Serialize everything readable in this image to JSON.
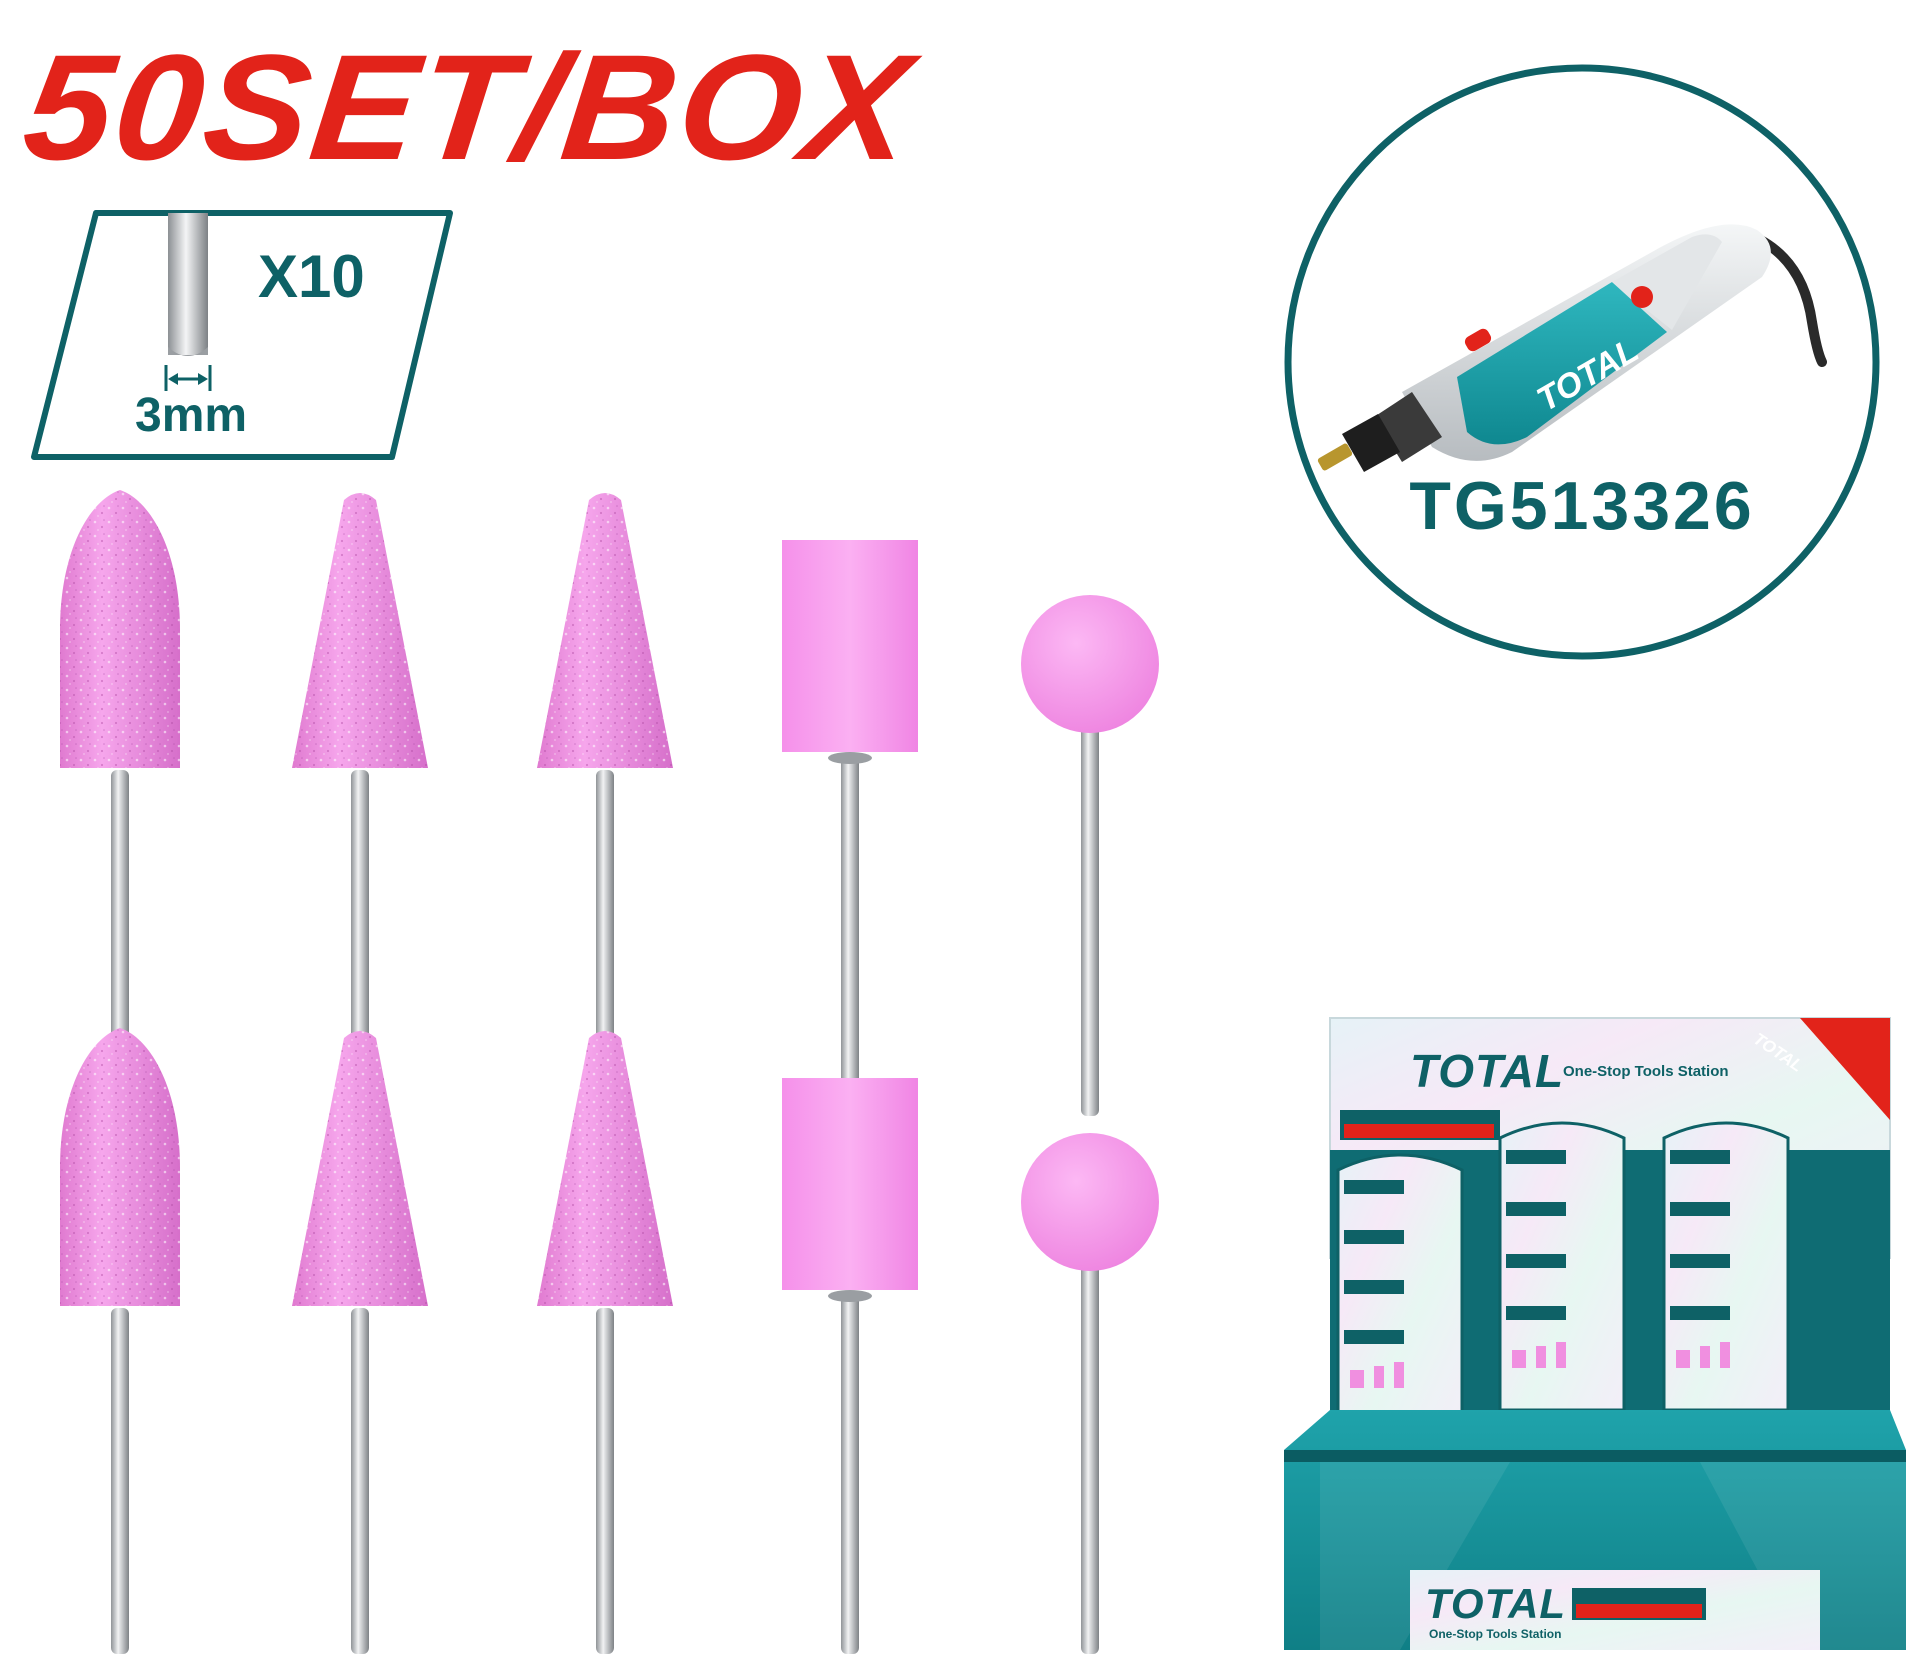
{
  "headline": "50SET/BOX",
  "spec": {
    "quantity": "X10",
    "shank_size": "3mm",
    "icon": "shank-diameter-icon"
  },
  "tool": {
    "model": "TG513326",
    "image": "rotary-tool-image"
  },
  "display_box": {
    "brand": "TOTAL",
    "tagline": "One-Stop Tools Station",
    "image": "display-box-image"
  },
  "wheels": {
    "rows": 2,
    "shapes": [
      "bullet",
      "cone",
      "cone",
      "cylinder",
      "ball"
    ]
  },
  "colors": {
    "headline_red": "#e2231a",
    "brand_teal": "#0e6166",
    "accent_teal": "#16a0a8",
    "stone_pink": "#f08fe0",
    "shank_silver": "#b9bcc0"
  }
}
